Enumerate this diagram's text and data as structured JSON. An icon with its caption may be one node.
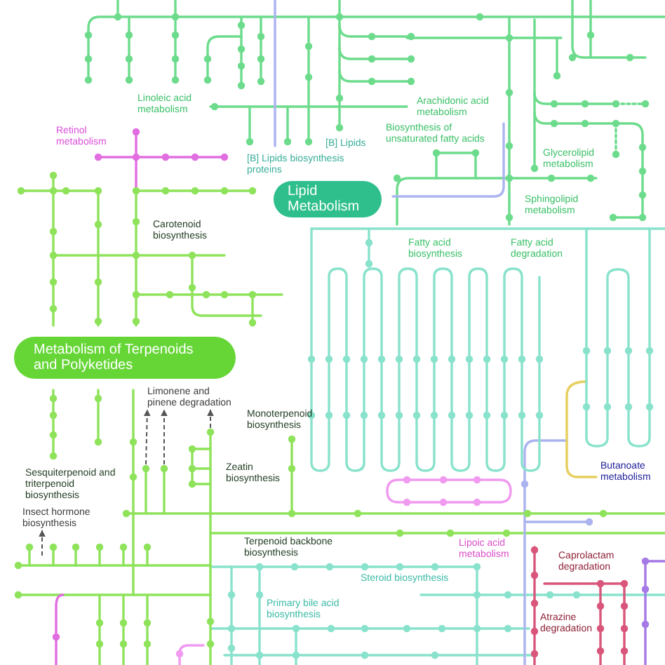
{
  "diagram": {
    "nodes": [
      {
        "text": [
          "Lipid Metabolism"
        ]
      },
      {
        "text": [
          "Metabolism of Terpenoids and Polyketides"
        ]
      },
      {
        "text": [
          "Limonene and pinene degradation"
        ]
      },
      {
        "text": [
          "Insect hormone biosynthesis"
        ]
      }
    ],
    "edges": [
      {
        "from": null,
        "to": 2,
        "arrow": "to",
        "style": "dashed"
      },
      {
        "from": null,
        "to": 2,
        "arrow": "to",
        "style": "dashed"
      },
      {
        "from": null,
        "to": 2,
        "arrow": "to",
        "style": "dashed"
      },
      {
        "from": null,
        "to": 3,
        "arrow": "to",
        "style": "dashed"
      }
    ],
    "labels": [
      "Linoleic acid metabolism",
      "Arachidonic acid metabolism",
      "Retinol metabolism",
      "[B] Lipids",
      "Biosynthesis of unsaturated fatty acids",
      "[B] Lipids biosynthesis proteins",
      "Glycerolipid metabolism",
      "Sphingolipid metabolism",
      "Carotenoid biosynthesis",
      "Fatty acid biosynthesis",
      "Fatty acid degradation",
      "Monoterpenoid biosynthesis",
      "Sesquiterpenoid and triterpenoid biosynthesis",
      "Zeatin biosynthesis",
      "Butanoate metabolism",
      "Terpenoid backbone biosynthesis",
      "Lipoic acid metabolism",
      "Caprolactam degradation",
      "Steroid biosynthesis",
      "Primary bile acid biosynthesis",
      "Atrazine degradation"
    ]
  }
}
